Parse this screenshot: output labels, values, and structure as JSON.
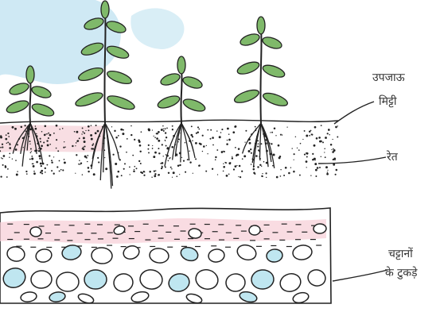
{
  "labels": {
    "fertile_soil_line1": "उपजाऊ",
    "fertile_soil_line2": "मिट्टी",
    "sand": "रेत",
    "rock_pieces_line1": "चट्टानों",
    "rock_pieces_line2": "के टुकड़े"
  },
  "colors": {
    "sky": "#cfe9f4",
    "leaf": "#7fb96a",
    "pink_patch": "#f2b9c3",
    "rock_fill": "#bfe6f0",
    "line": "#222222"
  },
  "icons": {
    "plants": [
      "seedling-icon",
      "seedling-icon",
      "seedling-icon",
      "seedling-icon"
    ]
  }
}
